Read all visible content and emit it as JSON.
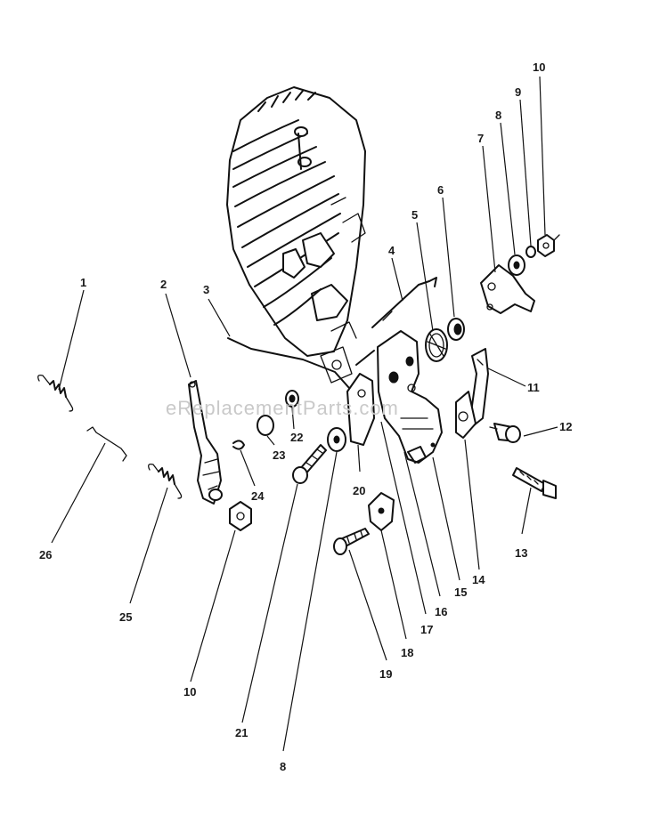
{
  "watermark": "eReplacementParts.com",
  "labels": {
    "p1": "1",
    "p2": "2",
    "p3": "3",
    "p4": "4",
    "p5": "5",
    "p6": "6",
    "p7": "7",
    "p8a": "8",
    "p9": "9",
    "p10a": "10",
    "p11": "11",
    "p12": "12",
    "p13": "13",
    "p14": "14",
    "p15": "15",
    "p16": "16",
    "p17": "17",
    "p18": "18",
    "p19": "19",
    "p20": "20",
    "p21": "21",
    "p22": "22",
    "p23": "23",
    "p24": "24",
    "p25": "25",
    "p26": "26",
    "p10b": "10",
    "p8b": "8"
  }
}
